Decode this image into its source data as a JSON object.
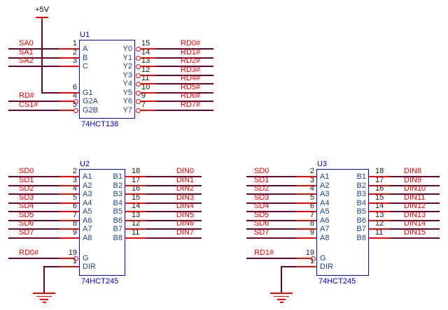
{
  "power_net": {
    "label": "+5V"
  },
  "colors": {
    "wire": "#660033",
    "pin_stub": "#ff0000",
    "net_label": "#ff0000",
    "component_outline": "#0000e0",
    "pin_name": "#1f4587",
    "pin_number": "#1a1a1a",
    "reference_text": "#0000d0",
    "background": "#ffffff"
  },
  "components": [
    {
      "ref": "U1",
      "part": "74HCT138",
      "left_pins": [
        {
          "num": "1",
          "name": "A",
          "label": "SA0"
        },
        {
          "num": "2",
          "name": "B",
          "label": "SA1"
        },
        {
          "num": "3",
          "name": "C",
          "label": "SA2"
        },
        {
          "num": "6",
          "name": "G1",
          "connect": "power"
        },
        {
          "num": "4",
          "name": "G2A",
          "label": "RD#",
          "bubble": true
        },
        {
          "num": "5",
          "name": "G2B",
          "label": "CS1#",
          "bubble": true
        }
      ],
      "right_pins": [
        {
          "num": "15",
          "name": "Y0",
          "label": "RD0#",
          "bubble": true
        },
        {
          "num": "14",
          "name": "Y1",
          "label": "RD1#",
          "bubble": true
        },
        {
          "num": "13",
          "name": "Y2",
          "label": "RD2#",
          "bubble": true
        },
        {
          "num": "12",
          "name": "Y3",
          "label": "RD3#",
          "bubble": true
        },
        {
          "num": "11",
          "name": "Y4",
          "label": "RD4#",
          "bubble": true
        },
        {
          "num": "10",
          "name": "Y5",
          "label": "RD5#",
          "bubble": true
        },
        {
          "num": "9",
          "name": "Y6",
          "label": "RD6#",
          "bubble": true
        },
        {
          "num": "7",
          "name": "Y7",
          "label": "RD7#",
          "bubble": true
        }
      ]
    },
    {
      "ref": "U2",
      "part": "74HCT245",
      "left_pins": [
        {
          "num": "2",
          "name": "A1",
          "label": "SD0"
        },
        {
          "num": "3",
          "name": "A2",
          "label": "SD1"
        },
        {
          "num": "4",
          "name": "A3",
          "label": "SD2"
        },
        {
          "num": "5",
          "name": "A4",
          "label": "SD3"
        },
        {
          "num": "6",
          "name": "A5",
          "label": "SD4"
        },
        {
          "num": "7",
          "name": "A6",
          "label": "SD5"
        },
        {
          "num": "8",
          "name": "A7",
          "label": "SD6"
        },
        {
          "num": "9",
          "name": "A8",
          "label": "SD7"
        },
        {
          "num": "19",
          "name": "G",
          "label": "RD0#",
          "bubble": true
        },
        {
          "num": "1",
          "name": "DIR",
          "connect": "ground"
        }
      ],
      "right_pins": [
        {
          "num": "18",
          "name": "B1",
          "label": "DIN0"
        },
        {
          "num": "17",
          "name": "B2",
          "label": "DIN1"
        },
        {
          "num": "16",
          "name": "B3",
          "label": "DIN2"
        },
        {
          "num": "15",
          "name": "B4",
          "label": "DIN3"
        },
        {
          "num": "14",
          "name": "B5",
          "label": "DIN4"
        },
        {
          "num": "13",
          "name": "B6",
          "label": "DIN5"
        },
        {
          "num": "12",
          "name": "B7",
          "label": "DIN6"
        },
        {
          "num": "11",
          "name": "B8",
          "label": "DIN7"
        }
      ]
    },
    {
      "ref": "U3",
      "part": "74HCT245",
      "left_pins": [
        {
          "num": "2",
          "name": "A1",
          "label": "SD0"
        },
        {
          "num": "3",
          "name": "A2",
          "label": "SD1"
        },
        {
          "num": "4",
          "name": "A3",
          "label": "SD2"
        },
        {
          "num": "5",
          "name": "A4",
          "label": "SD3"
        },
        {
          "num": "6",
          "name": "A5",
          "label": "SD4"
        },
        {
          "num": "7",
          "name": "A6",
          "label": "SD5"
        },
        {
          "num": "8",
          "name": "A7",
          "label": "SD6"
        },
        {
          "num": "9",
          "name": "A8",
          "label": "SD7"
        },
        {
          "num": "19",
          "name": "G",
          "label": "RD1#",
          "bubble": true
        },
        {
          "num": "1",
          "name": "DIR",
          "connect": "ground"
        }
      ],
      "right_pins": [
        {
          "num": "18",
          "name": "B1",
          "label": "DIN8"
        },
        {
          "num": "17",
          "name": "B2",
          "label": "DIN9"
        },
        {
          "num": "16",
          "name": "B3",
          "label": "DIN10"
        },
        {
          "num": "15",
          "name": "B4",
          "label": "DIN11"
        },
        {
          "num": "14",
          "name": "B5",
          "label": "DIN12"
        },
        {
          "num": "13",
          "name": "B6",
          "label": "DIN13"
        },
        {
          "num": "12",
          "name": "B7",
          "label": "DIN14"
        },
        {
          "num": "11",
          "name": "B8",
          "label": "DIN15"
        }
      ]
    }
  ]
}
